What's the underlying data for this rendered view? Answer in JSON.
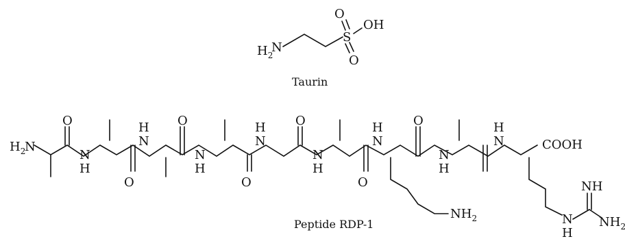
{
  "molecules": [
    {
      "name": "Taurin",
      "atoms": [
        {
          "text": "H",
          "sub": "2"
        },
        {
          "text": "N"
        },
        {
          "text": "S"
        },
        {
          "text": "O"
        },
        {
          "text": "O"
        },
        {
          "text": "OH"
        }
      ]
    },
    {
      "name": "Peptide RDP-1",
      "atoms": [
        {
          "text": "H",
          "sub": "2"
        },
        {
          "text": "N"
        },
        {
          "text": "O"
        },
        {
          "text": "N"
        },
        {
          "text": "H"
        },
        {
          "text": "H"
        },
        {
          "text": "N"
        },
        {
          "text": "O"
        },
        {
          "text": "O"
        },
        {
          "text": "N"
        },
        {
          "text": "H"
        },
        {
          "text": "H"
        },
        {
          "text": "N"
        },
        {
          "text": "O"
        },
        {
          "text": "O"
        },
        {
          "text": "N"
        },
        {
          "text": "H"
        },
        {
          "text": "H"
        },
        {
          "text": "N"
        },
        {
          "text": "O"
        },
        {
          "text": "O"
        },
        {
          "text": "N"
        },
        {
          "text": "H"
        },
        {
          "text": "H"
        },
        {
          "text": "N"
        },
        {
          "text": "COOH"
        },
        {
          "text": "NH",
          "sub": "2"
        },
        {
          "text": "NH"
        },
        {
          "text": "N"
        },
        {
          "text": "H"
        },
        {
          "text": "NH",
          "sub": "2"
        }
      ]
    }
  ]
}
